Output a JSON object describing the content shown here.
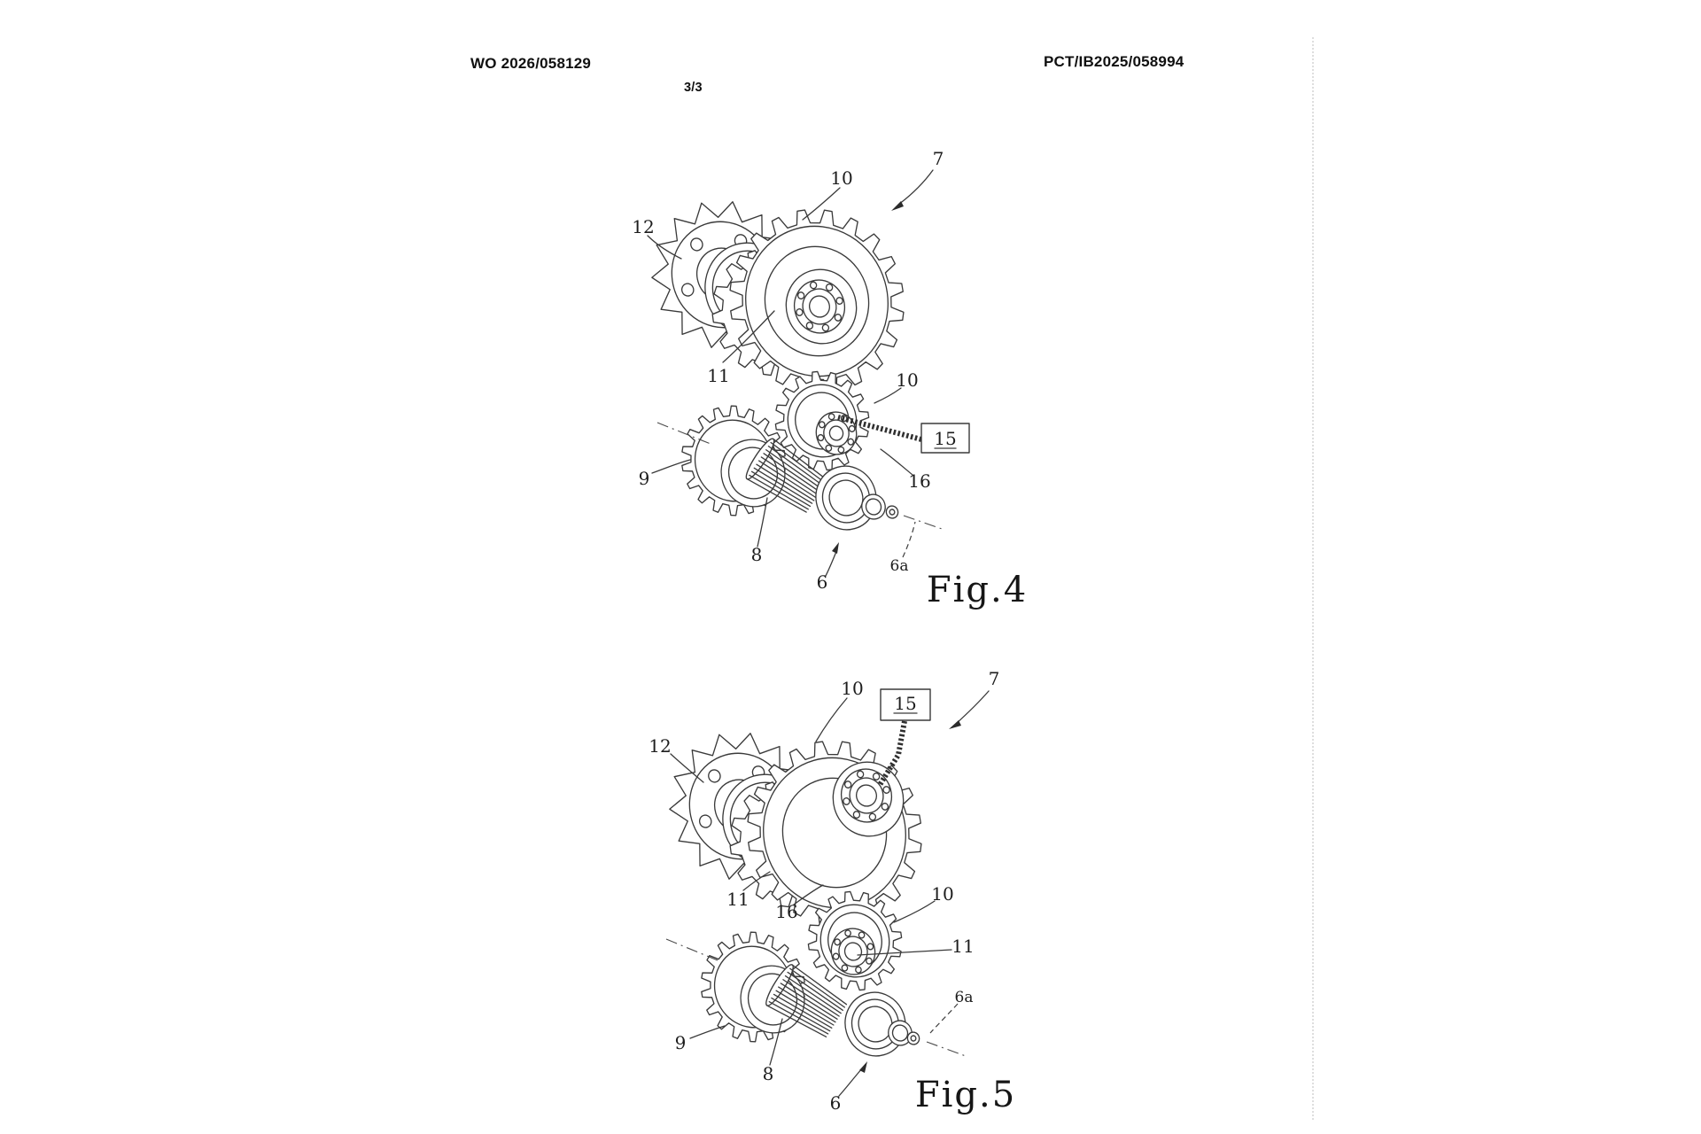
{
  "header": {
    "publication_number": "WO 2026/058129",
    "sheet_number": "3/3",
    "application_number": "PCT/IB2025/058994"
  },
  "fig4": {
    "caption": "Fig.4",
    "boxed_ref": "15",
    "refs": {
      "r12": "12",
      "r10_upper": "10",
      "r7": "7",
      "r11": "11",
      "r10_mid": "10",
      "r16": "16",
      "r9": "9",
      "r8": "8",
      "r6": "6",
      "r6a": "6a"
    }
  },
  "fig5": {
    "caption": "Fig.5",
    "boxed_ref": "15",
    "refs": {
      "r12": "12",
      "r10_upper": "10",
      "r7": "7",
      "r11_left": "11",
      "r16": "16",
      "r10_mid": "10",
      "r11_right": "11",
      "r6a": "6a",
      "r9": "9",
      "r8": "8",
      "r6": "6"
    }
  }
}
